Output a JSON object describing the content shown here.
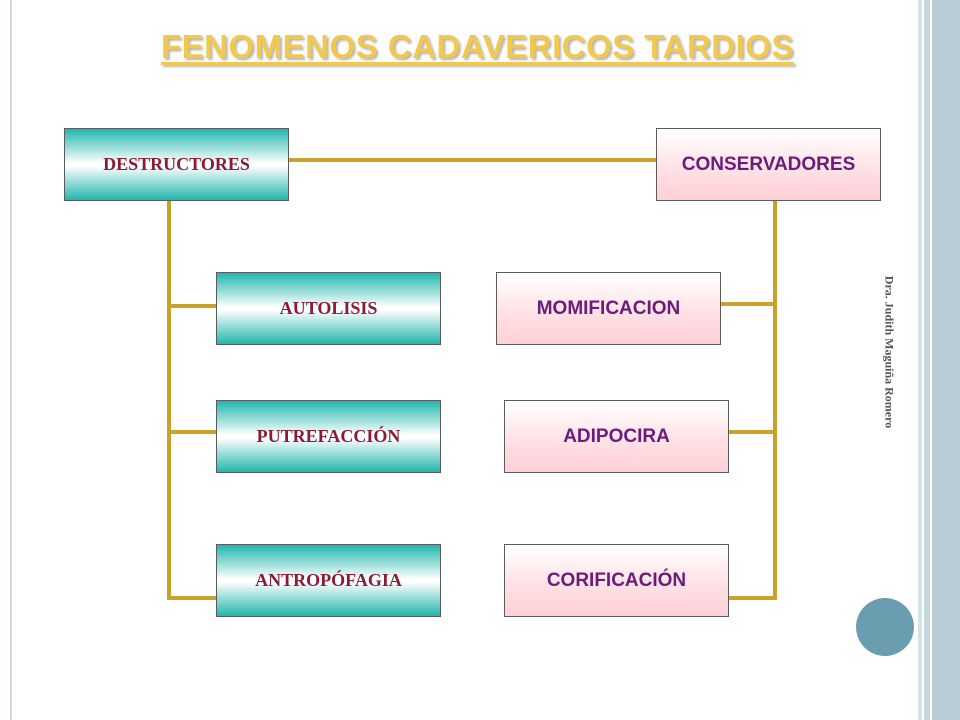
{
  "title": "FENOMENOS CADAVERICOS TARDIOS",
  "author": "Dra. Judith Maguiña Romero",
  "diagram": {
    "left_root": "DESTRUCTORES",
    "right_root": "CONSERVADORES",
    "left_items": [
      "AUTOLISIS",
      "PUTREFACCIÓN",
      "ANTROPÓFAGIA"
    ],
    "right_items": [
      "MOMIFICACION",
      "ADIPOCIRA",
      "CORIFICACIÓN"
    ]
  },
  "colors": {
    "title": "#f2c94c",
    "connector": "#c9a227",
    "destructive_text": "#8b1a34",
    "conservative_text": "#6a1b7c",
    "teal": "#21b7ae",
    "frame_circle": "#6b9db0"
  }
}
